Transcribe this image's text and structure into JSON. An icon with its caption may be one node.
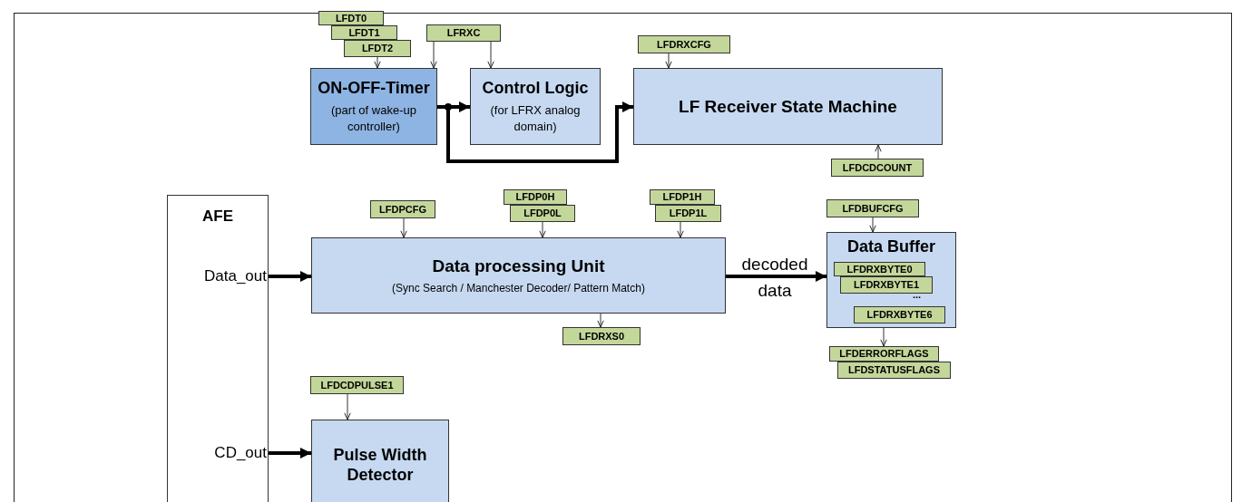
{
  "diagram": {
    "nodes": [
      {
        "text": [
          "ON-OFF-Timer",
          "(part of wake-up controller)"
        ]
      },
      {
        "text": [
          "Control Logic",
          "(for LFRX analog domain)"
        ]
      },
      {
        "text": [
          "LF Receiver State Machine"
        ]
      },
      {
        "text": [
          "AFE",
          "Data_out",
          "CD_out"
        ]
      },
      {
        "text": [
          "Data processing Unit",
          "(Sync Search / Manchester Decoder/ Pattern Match)"
        ]
      },
      {
        "text": [
          "Data Buffer"
        ]
      },
      {
        "text": [
          "Pulse Width Detector"
        ]
      },
      {
        "text": [
          "LFDT0"
        ]
      },
      {
        "text": [
          "LFDT1"
        ]
      },
      {
        "text": [
          "LFDT2"
        ]
      },
      {
        "text": [
          "LFRXC"
        ]
      },
      {
        "text": [
          "LFDRXCFG"
        ]
      },
      {
        "text": [
          "LFDCDCOUNT"
        ]
      },
      {
        "text": [
          "LFDPCFG"
        ]
      },
      {
        "text": [
          "LFDP0H"
        ]
      },
      {
        "text": [
          "LFDP0L"
        ]
      },
      {
        "text": [
          "LFDP1H"
        ]
      },
      {
        "text": [
          "LFDP1L"
        ]
      },
      {
        "text": [
          "LFDRXS0"
        ]
      },
      {
        "text": [
          "LFDBUFCFG"
        ]
      },
      {
        "text": [
          "LFDRXBYTE0"
        ],
        "in": 5
      },
      {
        "text": [
          "LFDRXBYTE1"
        ],
        "in": 5
      },
      {
        "text": [
          "LFDRXBYTE6"
        ],
        "in": 5
      },
      {
        "text": [
          "LFDERRORFLAGS"
        ]
      },
      {
        "text": [
          "LFDSTATUSFLAGS"
        ]
      },
      {
        "text": [
          "LFDCDPULSE1"
        ]
      }
    ],
    "edges": [
      {
        "from": 9,
        "to": 0,
        "arrow": "to"
      },
      {
        "from": 10,
        "to": 0,
        "arrow": "to"
      },
      {
        "from": 10,
        "to": 1,
        "arrow": "to"
      },
      {
        "from": 11,
        "to": 2,
        "arrow": "to"
      },
      {
        "from": 12,
        "to": 2,
        "arrow": "to"
      },
      {
        "from": 0,
        "to": 1,
        "arrow": "to",
        "style": "thick"
      },
      {
        "from": 0,
        "to": 2,
        "arrow": "to",
        "style": "thick"
      },
      {
        "from": 13,
        "to": 4,
        "arrow": "to"
      },
      {
        "from": 15,
        "to": 4,
        "arrow": "to"
      },
      {
        "from": 17,
        "to": 4,
        "arrow": "to"
      },
      {
        "from": 4,
        "to": 18,
        "arrow": "to"
      },
      {
        "from": 3,
        "to": 4,
        "arrow": "to",
        "style": "thick"
      },
      {
        "from": 4,
        "to": 5,
        "arrow": "to",
        "style": "thick",
        "label": "decoded data"
      },
      {
        "from": 19,
        "to": 5,
        "arrow": "to"
      },
      {
        "from": 5,
        "to": 23,
        "arrow": "to"
      },
      {
        "from": 25,
        "to": 6,
        "arrow": "to"
      },
      {
        "from": 3,
        "to": 6,
        "arrow": "to",
        "style": "thick"
      }
    ],
    "labels": [
      "..."
    ]
  }
}
